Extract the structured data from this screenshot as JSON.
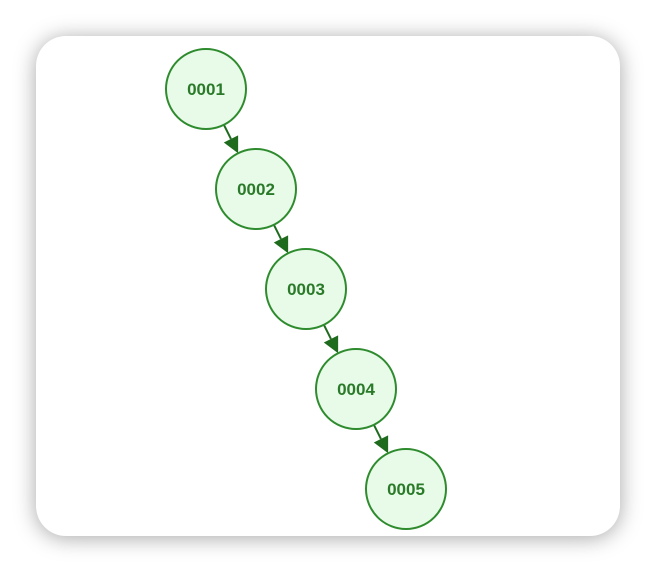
{
  "diagram": {
    "type": "linked-chain",
    "colors": {
      "node_fill": "#e8fbe8",
      "node_stroke": "#2e8b2e",
      "label": "#2a7a2a",
      "edge": "#1e6b1e"
    },
    "nodes": [
      {
        "id": "n1",
        "label": "0001"
      },
      {
        "id": "n2",
        "label": "0002"
      },
      {
        "id": "n3",
        "label": "0003"
      },
      {
        "id": "n4",
        "label": "0004"
      },
      {
        "id": "n5",
        "label": "0005"
      }
    ],
    "edges": [
      {
        "from": "n1",
        "to": "n2"
      },
      {
        "from": "n2",
        "to": "n3"
      },
      {
        "from": "n3",
        "to": "n4"
      },
      {
        "from": "n4",
        "to": "n5"
      }
    ]
  }
}
